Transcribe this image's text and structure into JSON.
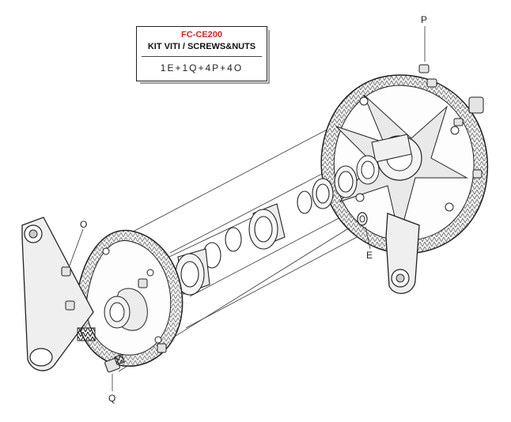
{
  "kit": {
    "code": "FC-CE200",
    "description": "KIT VITI / SCREWS&NUTS",
    "contents": "1E+1Q+4P+4O"
  },
  "callouts": {
    "p": "P",
    "o": "O",
    "e": "E",
    "q": "Q"
  },
  "colors": {
    "code_red": "#e0201a",
    "line": "#222222",
    "part_fill": "#f4f4f4"
  }
}
